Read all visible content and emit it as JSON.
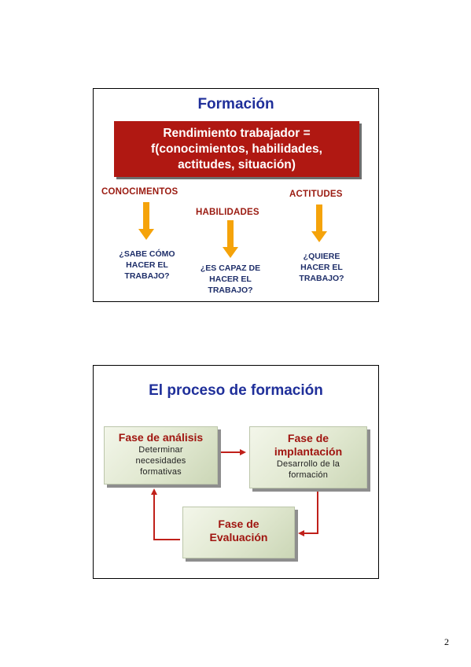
{
  "slide1": {
    "title": "Formación",
    "banner_lines": [
      "Rendimiento trabajador =",
      "f(conocimientos, habilidades,",
      "actitudes, situación)"
    ],
    "columns": [
      {
        "label": "CONOCIMENTOS",
        "question_lines": [
          "¿SABE CÓMO",
          "HACER EL",
          "TRABAJO?"
        ]
      },
      {
        "label": "HABILIDADES",
        "question_lines": [
          "¿ES CAPAZ DE",
          "HACER EL",
          "TRABAJO?"
        ]
      },
      {
        "label": "ACTITUDES",
        "question_lines": [
          "¿QUIERE",
          "HACER EL",
          "TRABAJO?"
        ]
      }
    ]
  },
  "slide2": {
    "title": "El proceso de formación",
    "phases": [
      {
        "title_lines": [
          "Fase de análisis"
        ],
        "desc_lines": [
          "Determinar",
          "necesidades",
          "formativas"
        ]
      },
      {
        "title_lines": [
          "Fase de",
          "implantación"
        ],
        "desc_lines": [
          "Desarrollo de la",
          "formación"
        ]
      },
      {
        "title_lines": [
          "Fase de",
          "Evaluación"
        ],
        "desc_lines": []
      }
    ]
  },
  "page_number": "2",
  "colors": {
    "title_blue": "#1f2f9a",
    "banner_red": "#b01812",
    "label_red": "#9a1a10",
    "arrow_orange": "#f5a30a",
    "connector_red": "#c0201a"
  }
}
